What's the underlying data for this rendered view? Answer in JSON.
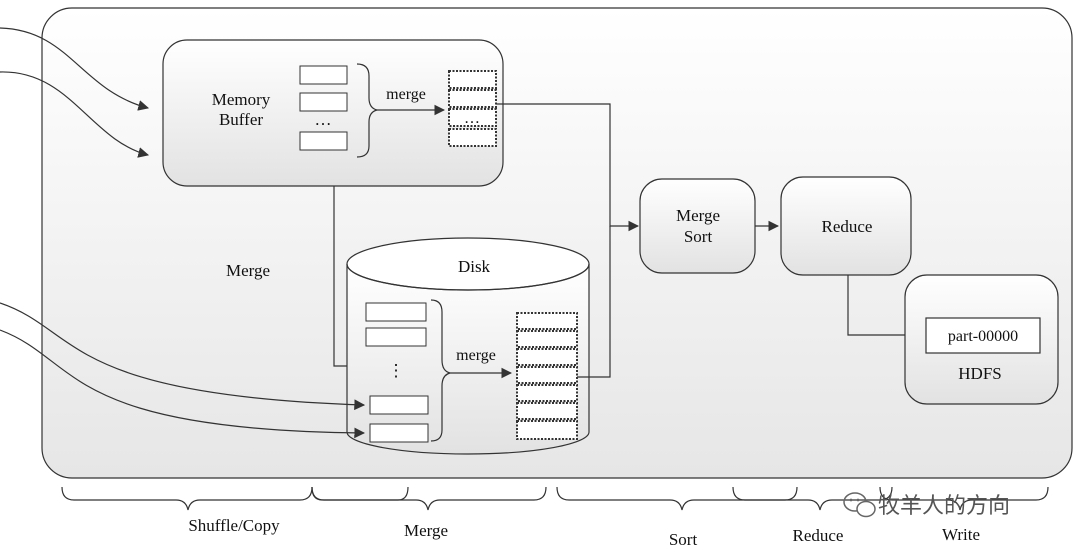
{
  "memory_buffer": {
    "line1": "Memory",
    "line2": "Buffer"
  },
  "merge_top_label": "merge",
  "ellipsis_buffer": "…",
  "ellipsis_merged": "…",
  "merge_side_label": "Merge",
  "disk": {
    "title": "Disk",
    "merge_label": "merge",
    "ellipsis": "⋮"
  },
  "merge_sort": {
    "line1": "Merge",
    "line2": "Sort"
  },
  "reduce_box": "Reduce",
  "hdfs": {
    "file": "part-00000",
    "label": "HDFS"
  },
  "phases": {
    "shuffle_copy": "Shuffle/Copy",
    "merge": "Merge",
    "sort": "Sort",
    "reduce": "Reduce",
    "write": "Write"
  },
  "watermark": "牧羊人的方向",
  "colors": {
    "stroke": "#333333",
    "panel_top": "#ffffff",
    "panel_bottom": "#e8e8e8"
  }
}
